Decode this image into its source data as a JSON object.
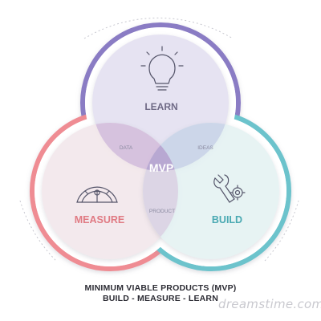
{
  "diagram": {
    "center_label": "MVP",
    "circles": [
      {
        "id": "learn",
        "label": "LEARN",
        "icon": "lightbulb-icon",
        "ring_color": "#8a7bc4",
        "label_color": "#6f6a86"
      },
      {
        "id": "measure",
        "label": "MEASURE",
        "icon": "gauge-icon",
        "ring_color": "#ef8c93",
        "label_color": "#e07a83"
      },
      {
        "id": "build",
        "label": "BUILD",
        "icon": "wrench-gear-icon",
        "ring_color": "#6cc3cc",
        "label_color": "#4aa9b2"
      }
    ],
    "connectors": {
      "data": "DATA",
      "ideas": "IDEAS",
      "product": "PRODUCT"
    },
    "colors": {
      "learn_fill": "#e4e1f1",
      "measure_fill": "#f2e6ea",
      "build_fill": "#e3f1f2",
      "lens": "#cdbcdf",
      "mvp_text": "#ffffff"
    }
  },
  "caption": {
    "line1": "MINIMUM VIABLE PRODUCTS (MVP)",
    "line2": "BUILD - MEASURE - LEARN"
  },
  "watermark": "dreamstime.com"
}
